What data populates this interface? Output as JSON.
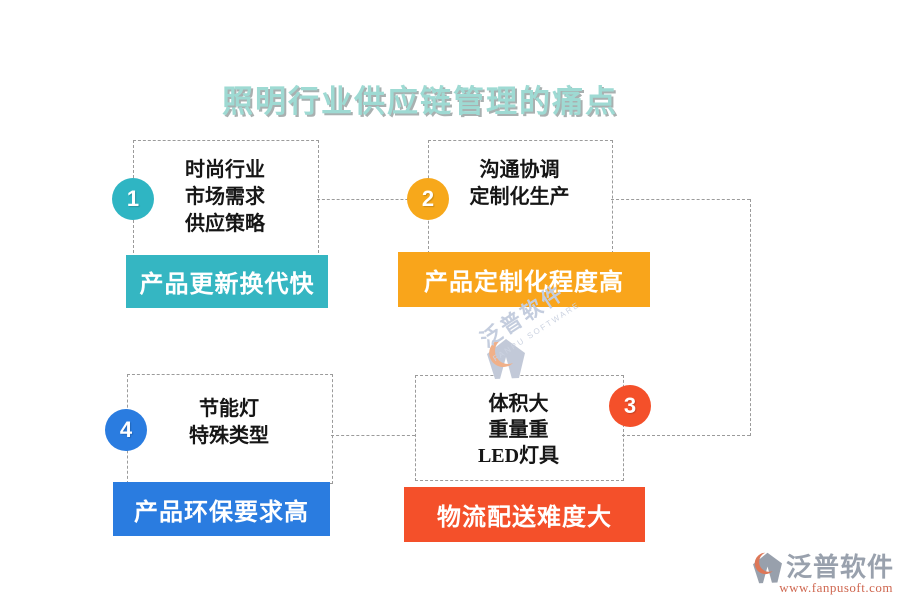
{
  "title": {
    "text": "照明行业供应链管理的痛点"
  },
  "palette": {
    "title_color": "#9edad3",
    "dash_color": "#9b9b9b",
    "teal": "#2fb5c3",
    "amber": "#f7a81b",
    "red_orange": "#f4502a",
    "blue": "#2a7ce0"
  },
  "items": [
    {
      "number": "1",
      "color": "#2fb5c3",
      "keywords": [
        "时尚行业",
        "市场需求",
        "供应策略"
      ],
      "banner": "产品更新换代快"
    },
    {
      "number": "2",
      "color": "#f7a81b",
      "keywords": [
        "沟通协调",
        "定制化生产"
      ],
      "banner": "产品定制化程度高"
    },
    {
      "number": "3",
      "color": "#f4502a",
      "keywords": [
        "体积大",
        "重量重",
        "LED灯具"
      ],
      "banner": "物流配送难度大"
    },
    {
      "number": "4",
      "color": "#2a7ce0",
      "keywords": [
        "节能灯",
        "特殊类型"
      ],
      "banner": "产品环保要求高"
    }
  ],
  "watermark": {
    "brand": "泛普软件",
    "subtitle": "FANPU SOFTWARE"
  },
  "footer": {
    "brand": "泛普软件",
    "url": "www.fanpusoft.com"
  }
}
